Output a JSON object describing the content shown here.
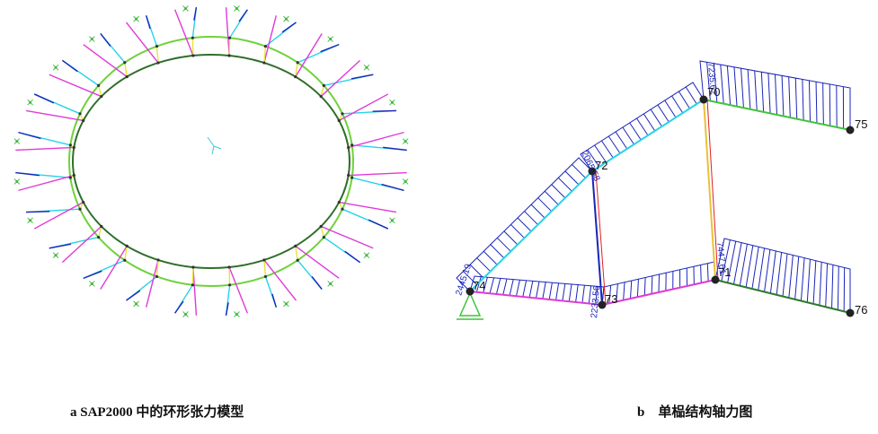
{
  "figure": {
    "caption_a": "a SAP2000 中的环形张力模型",
    "caption_b": "b    单榀结构轴力图"
  },
  "panel_b": {
    "nodes": [
      {
        "id": "70",
        "label": "70"
      },
      {
        "id": "71",
        "label": "71"
      },
      {
        "id": "72",
        "label": "72"
      },
      {
        "id": "73",
        "label": "73"
      },
      {
        "id": "74",
        "label": "74"
      },
      {
        "id": "75",
        "label": "75"
      },
      {
        "id": "76",
        "label": "76"
      }
    ],
    "force_labels": [
      {
        "id": "f74",
        "text": "2445.19"
      },
      {
        "id": "f72",
        "text": "2065.58"
      },
      {
        "id": "f70",
        "text": "7235.62"
      },
      {
        "id": "f73",
        "text": "2233.56"
      },
      {
        "id": "f71",
        "text": "7447.61"
      }
    ]
  },
  "colors": {
    "ring_outer": "#3da81e",
    "ring_inner": "#2e6f2a",
    "cyan": "#27d3e8",
    "magenta": "#e03ad8",
    "yellow": "#e8e23a",
    "blue": "#1b25b8",
    "green": "#3ec43a",
    "red": "#e02020"
  }
}
